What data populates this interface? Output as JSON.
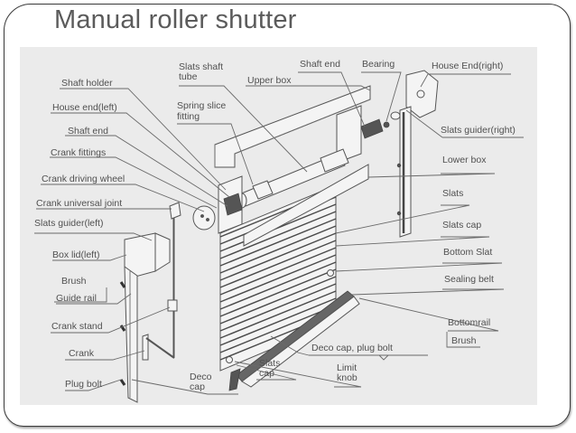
{
  "slide": {
    "title": "Manual roller shutter"
  },
  "diagram": {
    "labels": {
      "shaft_holder": "Shaft holder",
      "house_end_left": "House end(left)",
      "shaft_end_left": "Shaft end",
      "crank_fittings": "Crank fittings",
      "crank_driving_wheel": "Crank driving wheel",
      "crank_universal_joint": "Crank universal  joint",
      "slats_guider_left": "Slats guider(left)",
      "box_lid_left": "Box lid(left)",
      "brush_left": "Brush",
      "guide_rail": "Guide rail",
      "crank_stand": "Crank stand",
      "crank": "Crank",
      "plug_bolt": "Plug bolt",
      "deco_cap_1": "Deco",
      "deco_cap_2": "cap",
      "slats_shaft_tube_1": "Slats shaft",
      "slats_shaft_tube_2": "tube",
      "upper_box": "Upper box",
      "spring_slice_fitting_1": "Spring slice",
      "spring_slice_fitting_2": "fitting",
      "shaft_end_right": "Shaft end",
      "bearing": "Bearing",
      "house_end_right": "House End(right)",
      "slats_guider_right": "Slats guider(right)",
      "lower_box": "Lower box",
      "slats": "Slats",
      "slats_cap_right": "Slats cap",
      "bottom_slat": "Bottom Slat",
      "sealing_belt": "Sealing belt",
      "bottom_rail": "Bottomrail",
      "brush_right": "Brush",
      "deco_cap_plug_bolt": "Deco cap, plug bolt",
      "limit_knob_1": "Limit",
      "limit_knob_2": "knob",
      "slats_cap_bottom_1": "Slats",
      "slats_cap_bottom_2": "cap"
    }
  }
}
